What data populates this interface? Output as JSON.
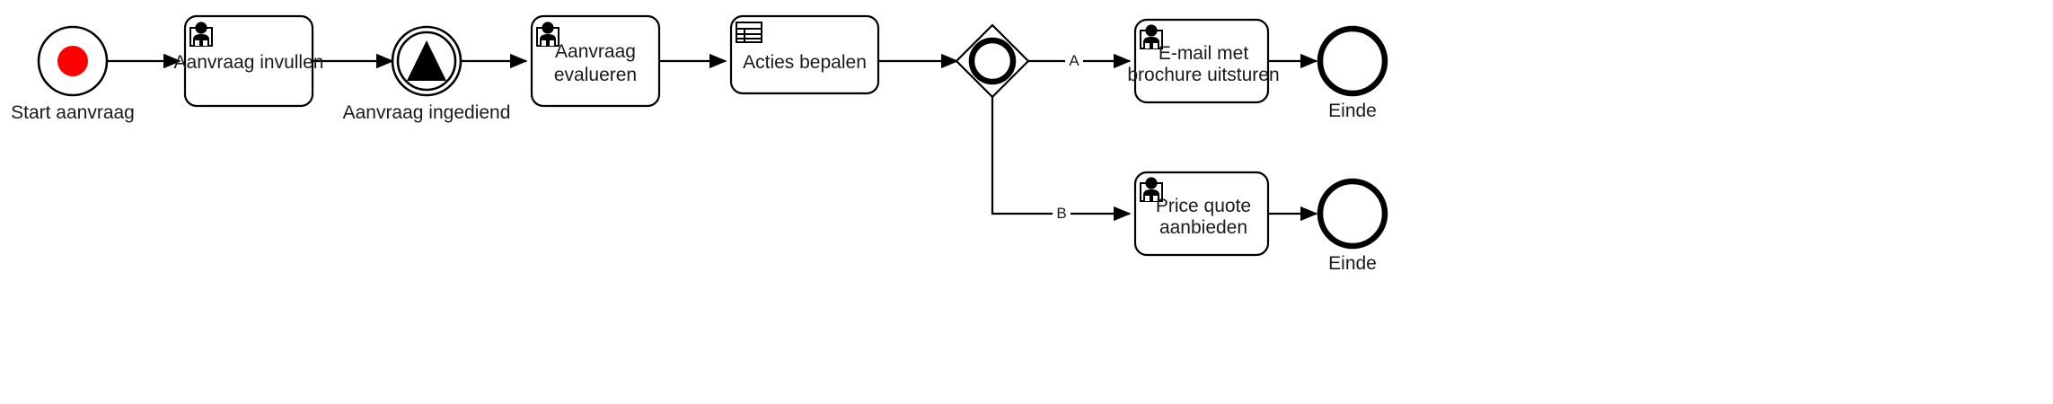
{
  "diagram": {
    "type": "bpmn-process-diagram",
    "language": "nl",
    "background_color": "#ffffff",
    "line_color": "#000000",
    "text_color": "#1a1a1a",
    "start_marker_color": "#ff0000"
  },
  "nodes": {
    "start_event": {
      "label": "Start aanvraag",
      "icon": "start-event-filled-circle",
      "marker_color": "#ff0000"
    },
    "task_aanvraag_invullen": {
      "label_lines": [
        "Aanvraag invullen"
      ],
      "icon": "user-task-icon"
    },
    "intermediate_event": {
      "label": "Aanvraag ingediend",
      "icon": "escalation-triangle-icon"
    },
    "task_aanvraag_evalueren": {
      "label_lines": [
        "Aanvraag",
        "evalueren"
      ],
      "icon": "user-task-icon"
    },
    "task_acties_bepalen": {
      "label_lines": [
        "Acties bepalen"
      ],
      "icon": "business-rule-task-icon"
    },
    "gateway": {
      "label": "",
      "icon": "inclusive-gateway-icon"
    },
    "task_email_brochure": {
      "label_lines": [
        "E-mail met",
        "brochure uitsturen"
      ],
      "icon": "user-task-icon"
    },
    "task_price_quote": {
      "label_lines": [
        "Price quote",
        "aanbieden"
      ],
      "icon": "user-task-icon"
    },
    "end_event_top": {
      "label": "Einde",
      "icon": "end-event-icon"
    },
    "end_event_bottom": {
      "label": "Einde",
      "icon": "end-event-icon"
    }
  },
  "flows": {
    "branch_a_label": "A",
    "branch_b_label": "B"
  }
}
